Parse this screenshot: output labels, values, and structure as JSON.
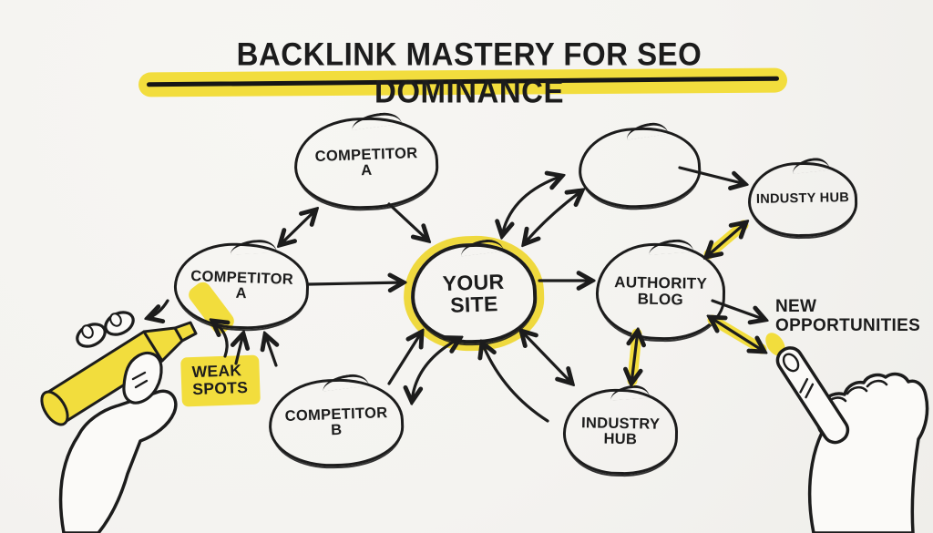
{
  "title": {
    "text": "BACKLINK MASTERY FOR SEO DOMINANCE"
  },
  "colors": {
    "background": "#f4f3f0",
    "ink": "#1c1c1c",
    "highlight_yellow": "#f2dd3d",
    "your_site_ring": "#efd93e"
  },
  "nodes": {
    "competitor_a_top": {
      "label": "COMPETITOR A"
    },
    "competitor_a_left": {
      "label": "COMPETITOR A"
    },
    "your_site": {
      "label": "YOUR SITE",
      "highlighted": true
    },
    "unlabeled": {
      "label": ""
    },
    "industy_hub": {
      "label": "INDUSTY HUB"
    },
    "authority_blog": {
      "label": "AUTHORITY BLOG"
    },
    "competitor_b": {
      "label": "COMPETITOR B"
    },
    "industry_hub": {
      "label": "INDUSTRY HUB"
    }
  },
  "annotations": {
    "weak_spots": {
      "label": "WEAK SPOTS"
    },
    "new_opportunities": {
      "label": "NEW\nOPPORTUNITIES"
    }
  },
  "illustrations": {
    "left_hand": "hand holding yellow highlighter marker pointing at Competitor A",
    "right_hand": "hand with index finger pointing at New Opportunities"
  },
  "edges": [
    {
      "from": "competitor-a-top",
      "to": "your-site",
      "style": "straight",
      "heads": "end",
      "highlight": false
    },
    {
      "from": "competitor-a-left",
      "to": "competitor-a-top",
      "style": "straight",
      "heads": "both",
      "highlight": false
    },
    {
      "from": "competitor-a-left",
      "to": "your-site",
      "style": "straight",
      "heads": "end",
      "highlight": false
    },
    {
      "from": "your-site",
      "to": "authority-blog",
      "style": "straight",
      "heads": "end",
      "highlight": false
    },
    {
      "from": "your-site",
      "to": "unlabeled-node",
      "style": "curved",
      "heads": "both",
      "highlight": false
    },
    {
      "from": "your-site",
      "to": "unlabeled-node",
      "style": "curved",
      "heads": "both",
      "highlight": false
    },
    {
      "from": "unlabeled-node",
      "to": "industy-hub",
      "style": "straight",
      "heads": "end",
      "highlight": false
    },
    {
      "from": "authority-blog",
      "to": "industy-hub",
      "style": "straight",
      "heads": "both",
      "highlight": true
    },
    {
      "from": "authority-blog",
      "to": "new-opportunities",
      "style": "straight",
      "heads": "end",
      "highlight": false
    },
    {
      "from": "authority-blog",
      "to": "new-opportunities",
      "style": "straight",
      "heads": "both",
      "highlight": true
    },
    {
      "from": "authority-blog",
      "to": "industry-hub",
      "style": "straight",
      "heads": "both",
      "highlight": true
    },
    {
      "from": "your-site",
      "to": "industry-hub",
      "style": "straight",
      "heads": "both",
      "highlight": false
    },
    {
      "from": "competitor-b",
      "to": "your-site",
      "style": "straight",
      "heads": "end",
      "highlight": false
    },
    {
      "from": "competitor-b",
      "to": "your-site",
      "style": "curved",
      "heads": "both",
      "highlight": false
    },
    {
      "from": "industry-hub",
      "to": "your-site",
      "style": "curved",
      "heads": "end",
      "highlight": false
    },
    {
      "from": "weak-spots",
      "to": "competitor-a-left",
      "style": "curved",
      "heads": "end",
      "highlight": false
    },
    {
      "from": "marker-tip",
      "to": "competitor-a-left",
      "style": "curved",
      "heads": "end",
      "highlight": false
    },
    {
      "from": "below-left",
      "to": "competitor-a-left",
      "style": "straight",
      "heads": "end",
      "highlight": false
    },
    {
      "from": "below-left",
      "to": "competitor-a-left",
      "style": "straight",
      "heads": "end",
      "highlight": false
    }
  ]
}
